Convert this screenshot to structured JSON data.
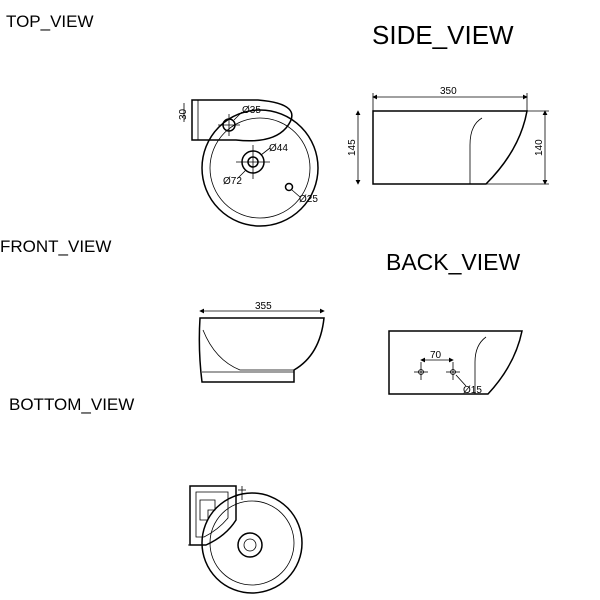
{
  "labels": {
    "top_view": "TOP_VIEW",
    "side_view": "SIDE_VIEW",
    "front_view": "FRONT_VIEW",
    "back_view": "BACK_VIEW",
    "bottom_view": "BOTTOM_VIEW"
  },
  "dimensions": {
    "top_flange": "30",
    "top_tap_hole": "Ø35",
    "top_drain": "Ø44",
    "top_drain_outer": "Ø72",
    "top_overflow": "Ø25",
    "side_width": "350",
    "side_left_height": "145",
    "side_right_height": "140",
    "front_width": "355",
    "back_spacing": "70",
    "back_hole": "Ø15"
  }
}
